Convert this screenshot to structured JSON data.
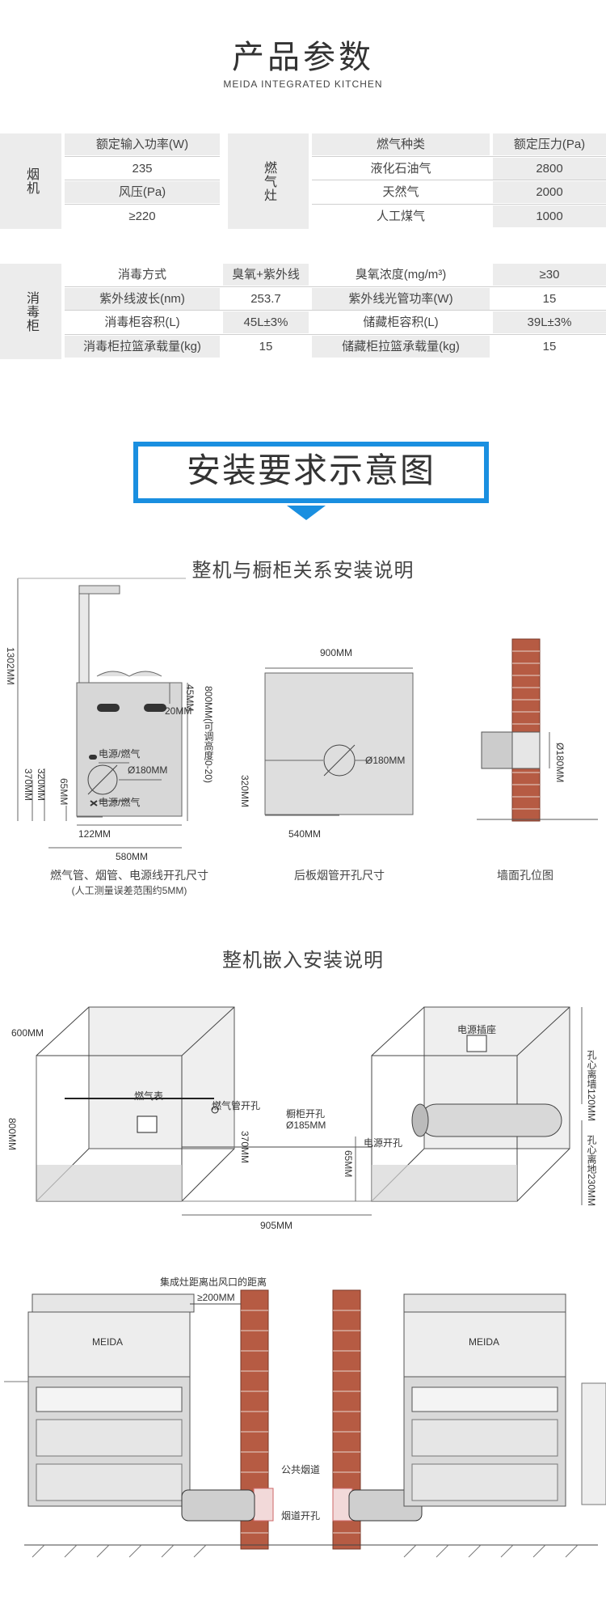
{
  "header": {
    "title": "产品参数",
    "subtitle": "MEIDA INTEGRATED KITCHEN"
  },
  "table1": {
    "hood_label": "烟机",
    "stove_label": "燃气灶",
    "hood_rows": [
      {
        "text": "额定输入功率(W)"
      },
      {
        "text": "235"
      },
      {
        "text": "风压(Pa)"
      },
      {
        "text": "≥220"
      }
    ],
    "stove_header": [
      "燃气种类",
      "额定压力(Pa)"
    ],
    "stove_rows": [
      [
        "液化石油气",
        "2800"
      ],
      [
        "天然气",
        "2000"
      ],
      [
        "人工煤气",
        "1000"
      ]
    ]
  },
  "table2": {
    "label": "消毒柜",
    "rows": [
      [
        "消毒方式",
        "臭氧+紫外线",
        "臭氧浓度(mg/m³)",
        "≥30"
      ],
      [
        "紫外线波长(nm)",
        "253.7",
        "紫外线光管功率(W)",
        "15"
      ],
      [
        "消毒柜容积(L)",
        "45L±3%",
        "储藏柜容积(L)",
        "39L±3%"
      ],
      [
        "消毒柜拉篮承载量(kg)",
        "15",
        "储藏柜拉篮承载量(kg)",
        "15"
      ]
    ]
  },
  "install": {
    "banner": "安装要求示意图",
    "section1_title": "整机与橱柜关系安装说明",
    "section2_title": "整机嵌入安装说明",
    "fig1": {
      "dim_height": "1302MM",
      "dim_45": "45MM",
      "dim_20": "20MM",
      "dim_800": "800MM(可调高度0-20)",
      "dim_320": "320MM",
      "dim_370": "370MM",
      "dim_65": "65MM",
      "dim_122": "122MM",
      "dim_580": "580MM",
      "label_power_gas": "电源/燃气",
      "label_hole": "Ø180MM",
      "label_power_gas2": "电源/燃气",
      "caption": "燃气管、烟管、电源线开孔尺寸",
      "caption_note": "(人工测量误差范围约5MM)"
    },
    "fig2": {
      "dim_900": "900MM",
      "dim_hole": "Ø180MM",
      "dim_320": "320MM",
      "dim_540": "540MM",
      "caption": "后板烟管开孔尺寸"
    },
    "fig3": {
      "dim_hole": "Ø180MM",
      "caption": "墙面孔位图"
    },
    "fig4": {
      "dim_600": "600MM",
      "dim_800": "800MM",
      "gas_meter": "燃气表",
      "gas_pipe_hole": "燃气管开孔",
      "dim_370": "370MM",
      "cabinet_hole": "橱柜开孔",
      "cabinet_hole_size": "Ø185MM",
      "power_hole": "电源开孔",
      "dim_65": "65MM",
      "dim_905": "905MM",
      "power_socket": "电源插座",
      "wall_dist": "孔心离墙120MM",
      "floor_dist": "孔心离地230MM"
    },
    "fig5": {
      "note": "集成灶距离出风口的距离",
      "dim_200": "≥200MM",
      "brand_left": "MEIDA",
      "brand_right": "MEIDA",
      "public_flue": "公共烟道",
      "flue_hole": "烟道开孔"
    }
  }
}
